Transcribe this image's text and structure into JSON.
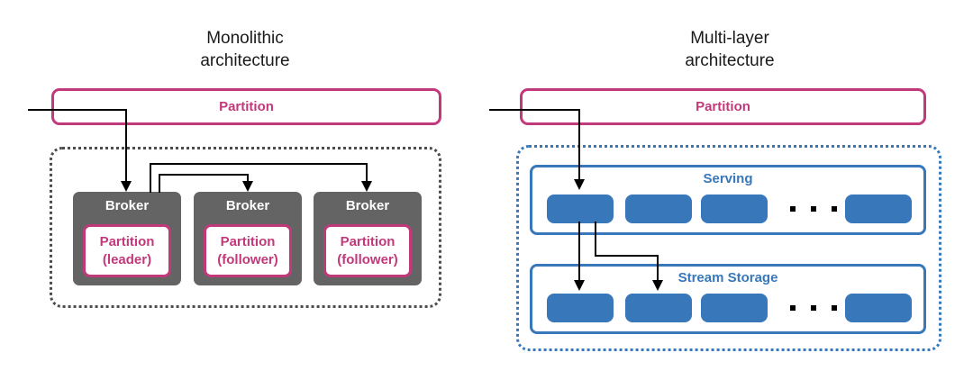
{
  "left": {
    "title_line1": "Monolithic",
    "title_line2": "architecture",
    "partition_label": "Partition",
    "brokers": [
      {
        "label": "Broker",
        "partition_line1": "Partition",
        "partition_line2": "(leader)"
      },
      {
        "label": "Broker",
        "partition_line1": "Partition",
        "partition_line2": "(follower)"
      },
      {
        "label": "Broker",
        "partition_line1": "Partition",
        "partition_line2": "(follower)"
      }
    ]
  },
  "right": {
    "title_line1": "Multi-layer",
    "title_line2": "architecture",
    "partition_label": "Partition",
    "layers": [
      {
        "label": "Serving",
        "segment_count": 4,
        "ellipsis": "..."
      },
      {
        "label": "Stream Storage",
        "segment_count": 4,
        "ellipsis": "..."
      }
    ]
  },
  "colors": {
    "pink": "#C2397B",
    "blue": "#3878BA",
    "gray": "#646464",
    "dotgray": "#4D4D4D",
    "line": "#000000",
    "title": "#1A1A1A",
    "white": "#FFFFFF",
    "bg": "#FFFFFF"
  }
}
